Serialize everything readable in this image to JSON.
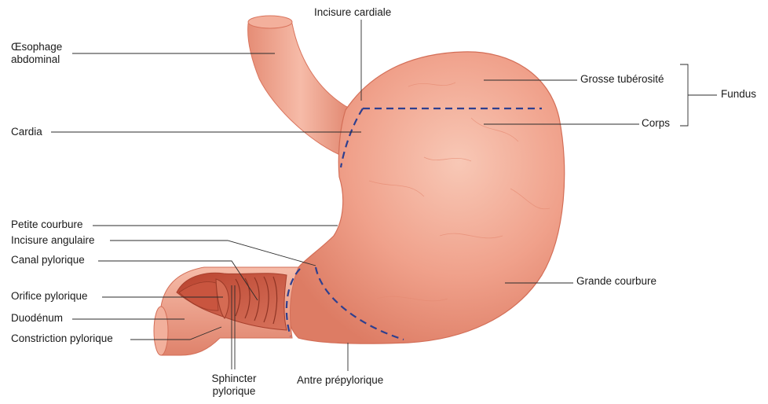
{
  "labels": {
    "oesophage_line1": "Œsophage",
    "oesophage_line2": "abdominal",
    "incisure_cardiale": "Incisure cardiale",
    "cardia": "Cardia",
    "petite_courbure": "Petite courbure",
    "incisure_angulaire": "Incisure angulaire",
    "canal_pylorique": "Canal pylorique",
    "orifice_pylorique": "Orifice pylorique",
    "duodenum": "Duodénum",
    "constriction_pylorique": "Constriction pylorique",
    "sphincter_line1": "Sphincter",
    "sphincter_line2": "pylorique",
    "antre_prepylorique": "Antre prépylorique",
    "grande_courbure": "Grande courbure",
    "grosse_tuberosite": "Grosse tubérosité",
    "corps": "Corps",
    "fundus": "Fundus"
  },
  "colors": {
    "stomach_fill": "#ef9c86",
    "stomach_light": "#f7c2b0",
    "stomach_shadow": "#d9745d",
    "interior": "#c8563f",
    "dashed_line": "#2e3f8f",
    "leader_line": "#2b2b2b"
  }
}
